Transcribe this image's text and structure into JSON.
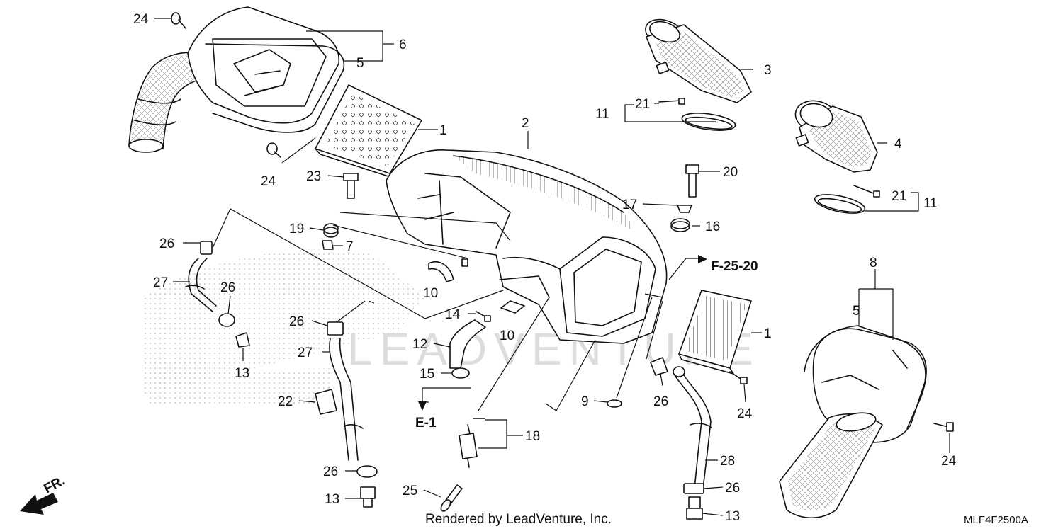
{
  "callouts": [
    {
      "id": "c24a",
      "label": "24"
    },
    {
      "id": "c6",
      "label": "6"
    },
    {
      "id": "c5a",
      "label": "5"
    },
    {
      "id": "c1a",
      "label": "1"
    },
    {
      "id": "c24b",
      "label": "24"
    },
    {
      "id": "c3",
      "label": "3"
    },
    {
      "id": "c11a",
      "label": "11"
    },
    {
      "id": "c21a",
      "label": "21"
    },
    {
      "id": "c4",
      "label": "4"
    },
    {
      "id": "c2",
      "label": "2"
    },
    {
      "id": "c23",
      "label": "23"
    },
    {
      "id": "c20",
      "label": "20"
    },
    {
      "id": "c17",
      "label": "17"
    },
    {
      "id": "c21b",
      "label": "21"
    },
    {
      "id": "c11b",
      "label": "11"
    },
    {
      "id": "c16",
      "label": "16"
    },
    {
      "id": "c19",
      "label": "19"
    },
    {
      "id": "c7",
      "label": "7"
    },
    {
      "id": "c26a",
      "label": "26"
    },
    {
      "id": "c27a",
      "label": "27"
    },
    {
      "id": "c26b",
      "label": "26"
    },
    {
      "id": "c10a",
      "label": "10"
    },
    {
      "id": "c8",
      "label": "8"
    },
    {
      "id": "c5b",
      "label": "5"
    },
    {
      "id": "c14",
      "label": "14"
    },
    {
      "id": "c26c",
      "label": "26"
    },
    {
      "id": "c10b",
      "label": "10"
    },
    {
      "id": "c1b",
      "label": "1"
    },
    {
      "id": "c13a",
      "label": "13"
    },
    {
      "id": "c12",
      "label": "12"
    },
    {
      "id": "c27b",
      "label": "27"
    },
    {
      "id": "c15",
      "label": "15"
    },
    {
      "id": "c9",
      "label": "9"
    },
    {
      "id": "c26d",
      "label": "26"
    },
    {
      "id": "c24c",
      "label": "24"
    },
    {
      "id": "c22",
      "label": "22"
    },
    {
      "id": "c18",
      "label": "18"
    },
    {
      "id": "c24d",
      "label": "24"
    },
    {
      "id": "c28",
      "label": "28"
    },
    {
      "id": "c26e",
      "label": "26"
    },
    {
      "id": "c25",
      "label": "25"
    },
    {
      "id": "c26f",
      "label": "26"
    },
    {
      "id": "c13b",
      "label": "13"
    },
    {
      "id": "c13c",
      "label": "13"
    }
  ],
  "references": {
    "f_ref": "F-25-20",
    "e_ref": "E-1"
  },
  "front_marker": "FR.",
  "footer": "Rendered by LeadVenture, Inc.",
  "diagram_code": "MLF4F2500A",
  "watermark": "LEADVENTURE"
}
